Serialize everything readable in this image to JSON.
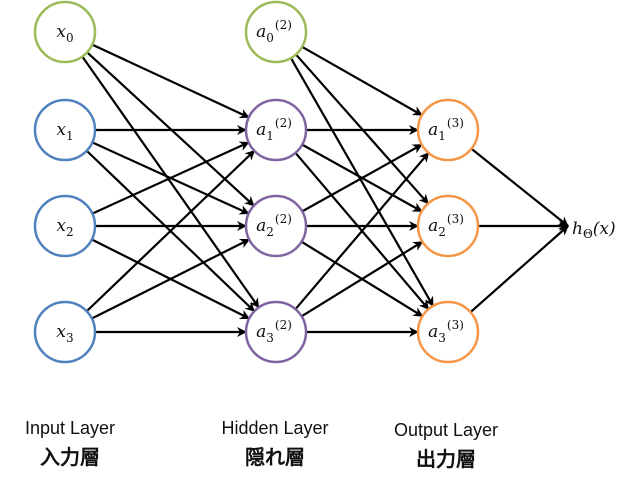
{
  "diagram": {
    "type": "neural-network",
    "colors": {
      "bias": "#9bbb59",
      "input": "#4f81bd",
      "hidden": "#8064a2",
      "output": "#f79646",
      "edge": "#000000"
    },
    "layers": [
      {
        "id": "input",
        "caption_en": "Input Layer",
        "caption_ja": "入力層",
        "nodes": [
          {
            "id": "x0",
            "base": "x",
            "sub": "0",
            "sup": "",
            "kind": "bias"
          },
          {
            "id": "x1",
            "base": "x",
            "sub": "1",
            "sup": "",
            "kind": "input"
          },
          {
            "id": "x2",
            "base": "x",
            "sub": "2",
            "sup": "",
            "kind": "input"
          },
          {
            "id": "x3",
            "base": "x",
            "sub": "3",
            "sup": "",
            "kind": "input"
          }
        ]
      },
      {
        "id": "hidden",
        "caption_en": "Hidden Layer",
        "caption_ja": "隠れ層",
        "nodes": [
          {
            "id": "a0_2",
            "base": "a",
            "sub": "0",
            "sup": "(2)",
            "kind": "bias"
          },
          {
            "id": "a1_2",
            "base": "a",
            "sub": "1",
            "sup": "(2)",
            "kind": "hidden"
          },
          {
            "id": "a2_2",
            "base": "a",
            "sub": "2",
            "sup": "(2)",
            "kind": "hidden"
          },
          {
            "id": "a3_2",
            "base": "a",
            "sub": "3",
            "sup": "(2)",
            "kind": "hidden"
          }
        ]
      },
      {
        "id": "output",
        "caption_en": "Output Layer",
        "caption_ja": "出力層",
        "nodes": [
          {
            "id": "a1_3",
            "base": "a",
            "sub": "1",
            "sup": "(3)",
            "kind": "output"
          },
          {
            "id": "a2_3",
            "base": "a",
            "sub": "2",
            "sup": "(3)",
            "kind": "output"
          },
          {
            "id": "a3_3",
            "base": "a",
            "sub": "3",
            "sup": "(3)",
            "kind": "output"
          }
        ]
      }
    ],
    "hypothesis": {
      "base": "h",
      "sub": "Θ",
      "arg": "(x)"
    },
    "edges": [
      [
        "x0",
        "a1_2"
      ],
      [
        "x0",
        "a2_2"
      ],
      [
        "x0",
        "a3_2"
      ],
      [
        "x1",
        "a1_2"
      ],
      [
        "x1",
        "a2_2"
      ],
      [
        "x1",
        "a3_2"
      ],
      [
        "x2",
        "a1_2"
      ],
      [
        "x2",
        "a2_2"
      ],
      [
        "x2",
        "a3_2"
      ],
      [
        "x3",
        "a1_2"
      ],
      [
        "x3",
        "a2_2"
      ],
      [
        "x3",
        "a3_2"
      ],
      [
        "a0_2",
        "a1_3"
      ],
      [
        "a0_2",
        "a2_3"
      ],
      [
        "a0_2",
        "a3_3"
      ],
      [
        "a1_2",
        "a1_3"
      ],
      [
        "a1_2",
        "a2_3"
      ],
      [
        "a1_2",
        "a3_3"
      ],
      [
        "a2_2",
        "a1_3"
      ],
      [
        "a2_2",
        "a2_3"
      ],
      [
        "a2_2",
        "a3_3"
      ],
      [
        "a3_2",
        "a1_3"
      ],
      [
        "a3_2",
        "a2_3"
      ],
      [
        "a3_2",
        "a3_3"
      ],
      [
        "a1_3",
        "h"
      ],
      [
        "a2_3",
        "h"
      ],
      [
        "a3_3",
        "h"
      ]
    ]
  }
}
